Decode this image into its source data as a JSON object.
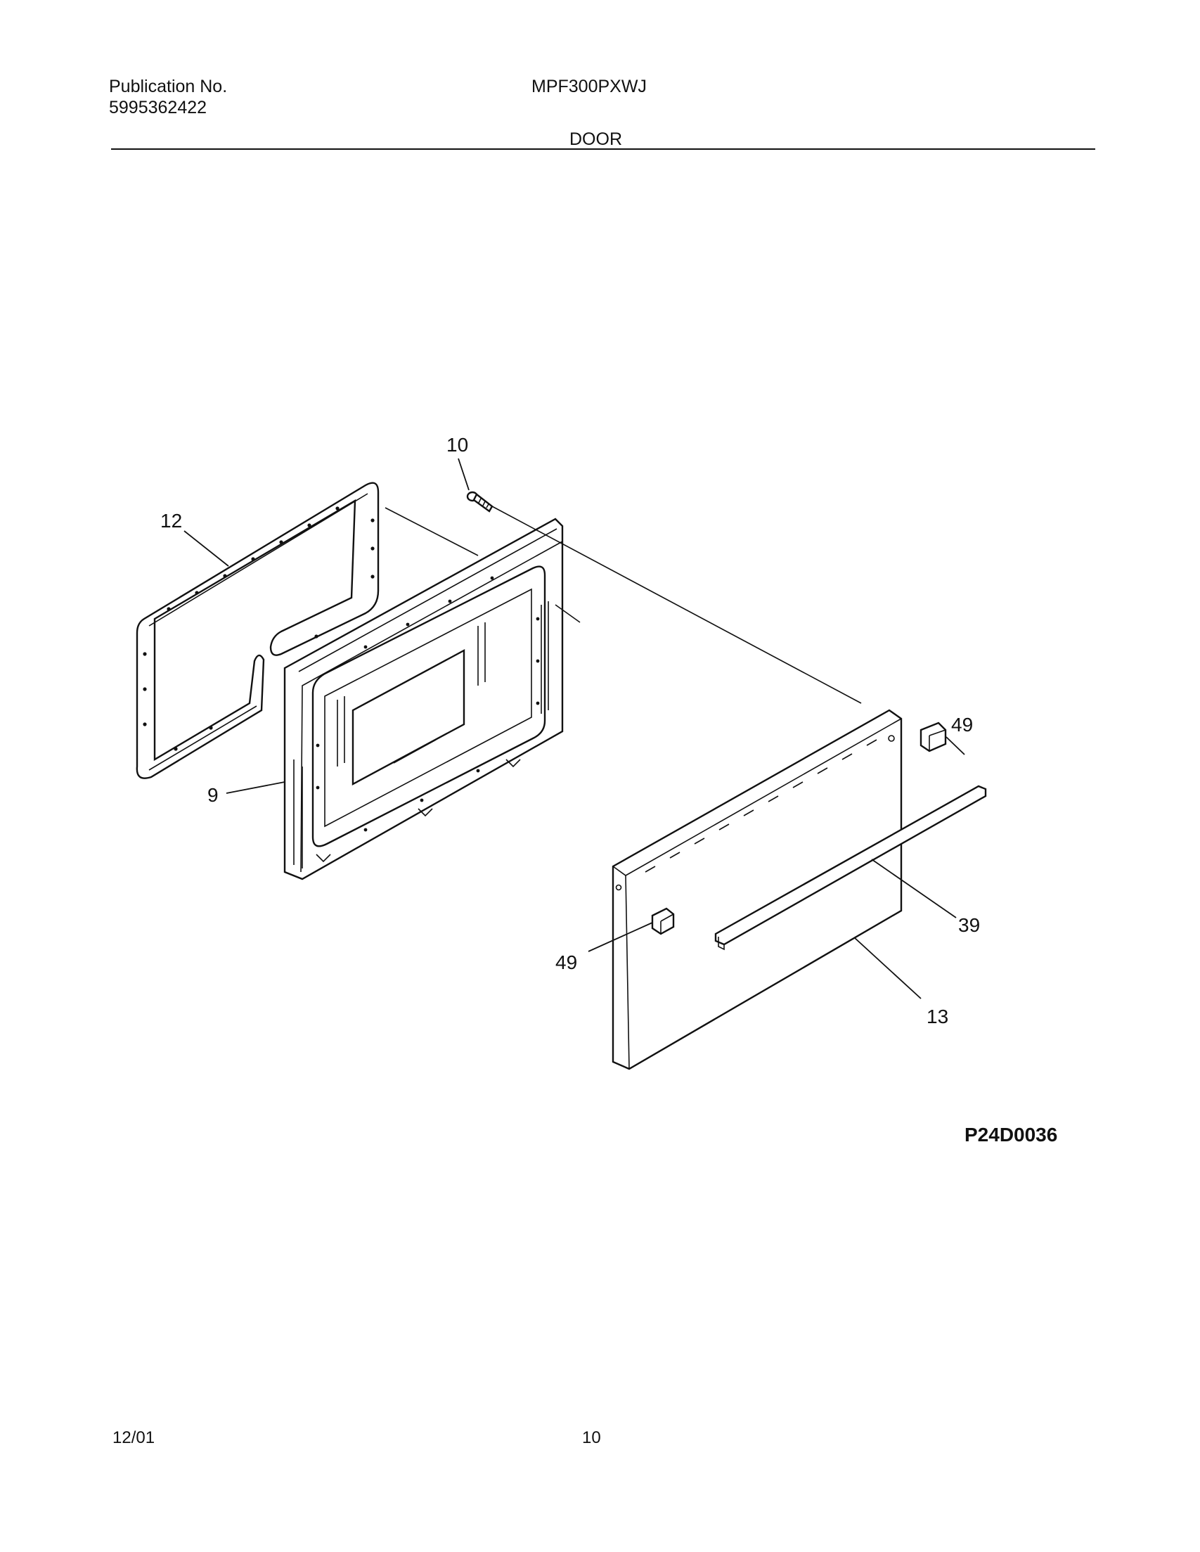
{
  "header": {
    "publication_label": "Publication No.",
    "publication_number": "5995362422",
    "model": "MPF300PXWJ",
    "section_title": "DOOR"
  },
  "diagram": {
    "callouts": {
      "screw": "10",
      "gasket": "12",
      "liner": "9",
      "bracket_right": "49",
      "bracket_left": "49",
      "handle": "39",
      "outer_panel": "13"
    },
    "figure_code": "P24D0036"
  },
  "footer": {
    "date": "12/01",
    "page_number": "10"
  }
}
